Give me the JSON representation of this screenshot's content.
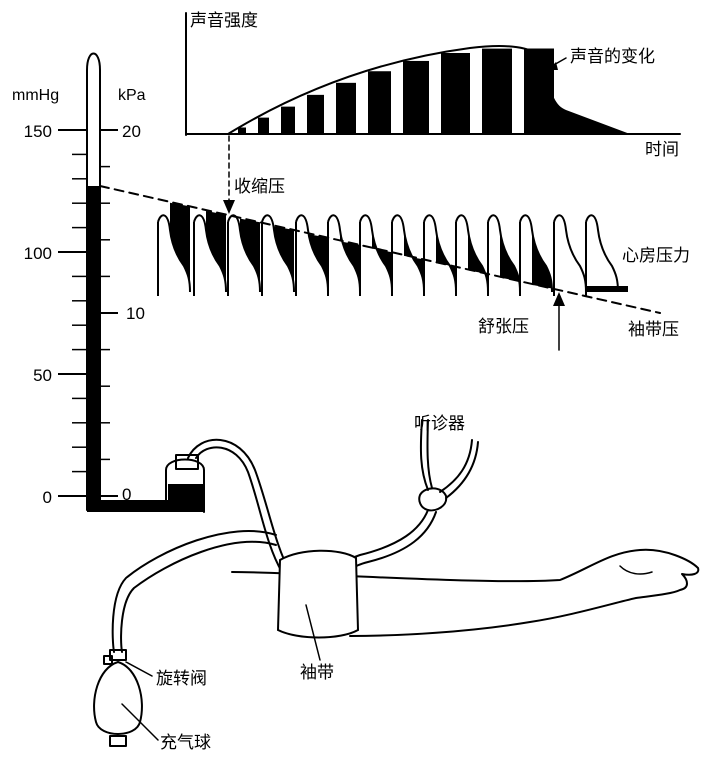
{
  "labels": {
    "sound_intensity": "声音强度",
    "sound_change": "声音的变化",
    "time": "时间",
    "systolic": "收缩压",
    "arterial_pressure": "心房压力",
    "diastolic": "舒张压",
    "cuff_pressure_line": "袖带压",
    "stethoscope": "听诊器",
    "cuff": "袖带",
    "valve": "旋转阀",
    "bulb": "充气球"
  },
  "scale": {
    "unit_left": "mmHg",
    "unit_right": "kPa",
    "mmhg_ticks": [
      "150",
      "100",
      "50",
      "0"
    ],
    "kpa_ticks": [
      "20",
      "10",
      "0"
    ]
  },
  "colors": {
    "ink": "#000000",
    "paper": "#ffffff"
  }
}
